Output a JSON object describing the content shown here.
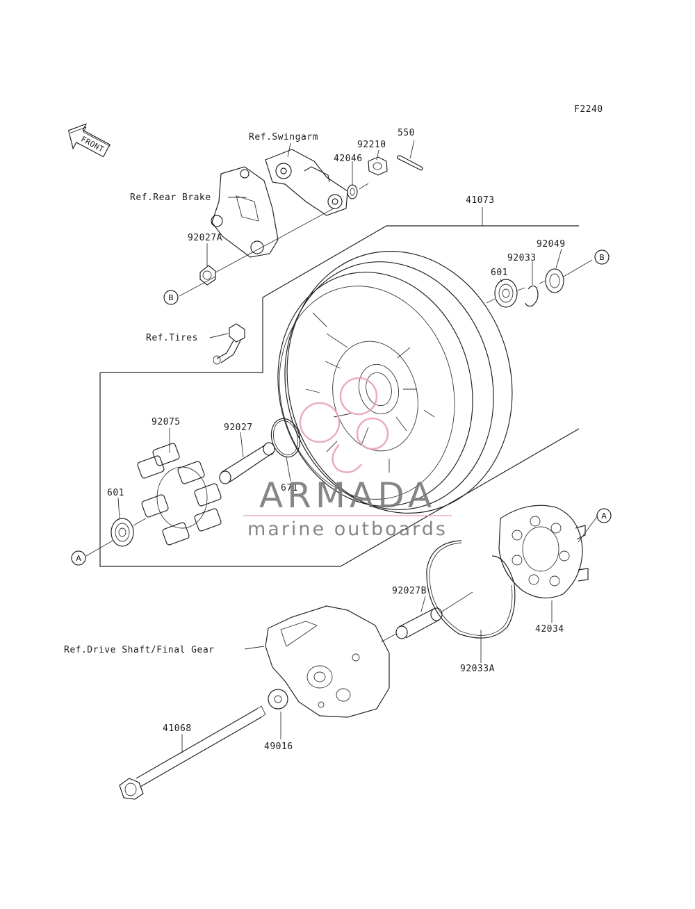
{
  "figure_code": "F2240",
  "front_arrow_label": "FRONT",
  "references": {
    "swingarm": "Ref.Swingarm",
    "rear_brake": "Ref.Rear Brake",
    "tires": "Ref.Tires",
    "drive_shaft": "Ref.Drive Shaft/Final Gear"
  },
  "parts": {
    "p550": "550",
    "p92210": "92210",
    "p42046": "42046",
    "p41073": "41073",
    "p92049": "92049",
    "p92033": "92033",
    "p601_right": "601",
    "p92027A": "92027A",
    "p92075": "92075",
    "p92027": "92027",
    "p671": "671",
    "p601_left": "601",
    "p92027B": "92027B",
    "p42034": "42034",
    "p92033A": "92033A",
    "p41068": "41068",
    "p49016": "49016"
  },
  "connectors": {
    "a": "A",
    "b": "B"
  },
  "watermark": {
    "brand": "ARMADA",
    "tagline": "marine outboards",
    "brand_color": "#7a7a7a",
    "accent_color": "#e8a3bf"
  }
}
